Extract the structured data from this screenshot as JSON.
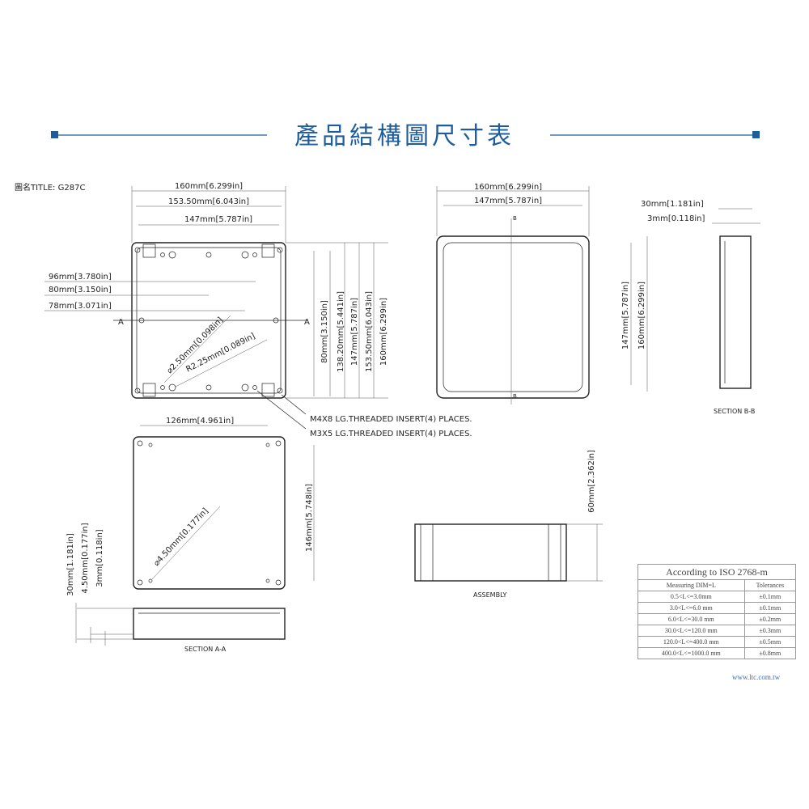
{
  "title": "產品結構圖尺寸表",
  "drawing_title": "圖名TITLE:  G287C",
  "colors": {
    "accent": "#1e5d9c"
  },
  "top_view": {
    "dims_h": [
      "160mm[6.299in]",
      "153.50mm[6.043in]",
      "147mm[5.787in]"
    ],
    "dims_left": [
      "96mm[3.780in]",
      "80mm[3.150in]",
      "78mm[3.071in]"
    ],
    "dims_v": [
      "80mm[3.150in]",
      "138.20mm[5.441in]",
      "147mm[5.787in]",
      "153.50mm[6.043in]",
      "160mm[6.299in]"
    ],
    "hole_dia": "⌀2.50mm[0.098in]",
    "radius": "R2.25mm[0.089in]",
    "section_mark": "A",
    "notes": [
      "M4X8 LG.THREADED INSERT(4) PLACES.",
      "M3X5 LG.THREADED INSERT(4) PLACES."
    ]
  },
  "inner_view": {
    "dims_h": [
      "160mm[6.299in]",
      "147mm[5.787in]"
    ],
    "dims_v": [
      "147mm[5.787in]",
      "160mm[6.299in]"
    ],
    "section_mark": "B"
  },
  "section_bb": {
    "dims": [
      "30mm[1.181in]",
      "3mm[0.118in]"
    ],
    "label": "SECTION B-B"
  },
  "bottom_view": {
    "dim_h": "126mm[4.961in]",
    "dim_v": "146mm[5.748in]",
    "hole_dia": "⌀4.50mm[0.177in]"
  },
  "section_aa": {
    "dims": [
      "30mm[1.181in]",
      "4.50mm[0.177in]",
      "3mm[0.118in]"
    ],
    "label": "SECTION A-A"
  },
  "assembly": {
    "dim": "60mm[2.362in]",
    "label": "ASSEMBLY"
  },
  "tolerance_table": {
    "title": "According to ISO 2768-m",
    "headers": [
      "Measuring  DIM=L",
      "Tolerances"
    ],
    "rows": [
      [
        "0.5<L<=3.0mm",
        "±0.1mm"
      ],
      [
        "3.0<L<=6.0 mm",
        "±0.1mm"
      ],
      [
        "6.0<L<=30.0 mm",
        "±0.2mm"
      ],
      [
        "30.0<L<=120.0 mm",
        "±0.3mm"
      ],
      [
        "120.0<L<=400.0 mm",
        "±0.5mm"
      ],
      [
        "400.0<L<=1000.0 mm",
        "±0.8mm"
      ]
    ]
  },
  "website": "www.ltc.com.tw"
}
